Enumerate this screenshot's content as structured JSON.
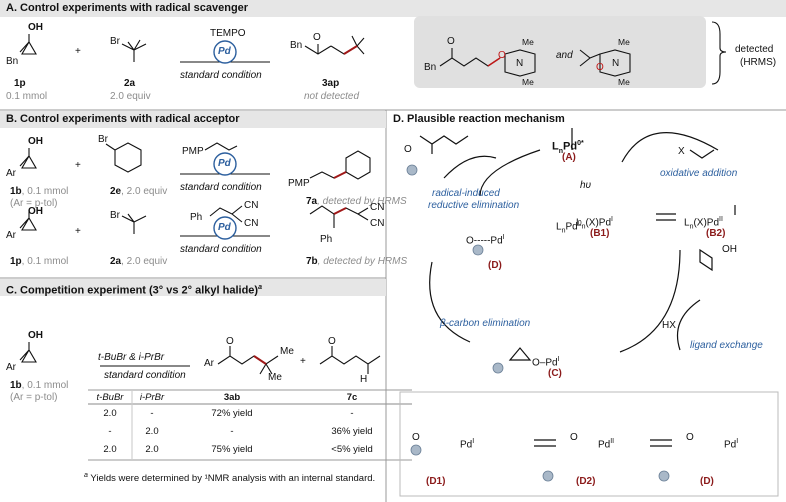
{
  "sectionA": {
    "title": "A. Control experiments with radical scavenger",
    "c1": "1p",
    "c1_amt": "0.1 mmol",
    "plus": "+",
    "c2": "2a",
    "c2_amt": "2.0 equiv",
    "reagent": "TEMPO",
    "catalyst": "Pd",
    "condition": "standard condition",
    "product": "3ap",
    "product_note": "not detected",
    "and": "and",
    "detected": "detected",
    "hrms": "(HRMS)",
    "bn": "Bn",
    "oh": "OH",
    "br": "Br",
    "o": "O",
    "n": "N",
    "me": "Me"
  },
  "sectionB": {
    "title": "B. Control experiments with radical acceptor",
    "r1_c1": "1b",
    "r1_c1_amt": ", 0.1 mmol",
    "r1_c1_note": "(Ar = p-tol)",
    "r1_c2": "2e",
    "r1_c2_amt": ", 2.0 equiv",
    "r1_reagent": "PMP",
    "r1_product": "7a",
    "r1_product_note": ", detected by HRMS",
    "r2_c1": "1p",
    "r2_c1_amt": ", 0.1 mmol",
    "r2_c2": "2a",
    "r2_c2_amt": ", 2.0 equiv",
    "r2_reagent_ph": "Ph",
    "r2_reagent_cn1": "CN",
    "r2_reagent_cn2": "CN",
    "r2_product": "7b",
    "r2_product_note": ", detected by HRMS",
    "ar": "Ar",
    "pmp": "PMP",
    "ph": "Ph",
    "cn": "CN"
  },
  "sectionC": {
    "title": "C. Competition experiment (3° vs 2° alkyl halide)",
    "title_sup": "a",
    "reagents": "t-BuBr  &  i-PrBr",
    "condition": "standard condition",
    "c1": "1b",
    "c1_amt": ", 0.1 mmol",
    "c1_note": "(Ar = p-tol)",
    "p1": "3ab",
    "p2": "7c",
    "h": "H",
    "table": {
      "headers": [
        "t-BuBr",
        "i-PrBr",
        "3ab",
        "7c"
      ],
      "rows": [
        [
          "2.0",
          "-",
          "72% yield",
          "-"
        ],
        [
          "-",
          "2.0",
          "-",
          "36% yield"
        ],
        [
          "2.0",
          "2.0",
          "75% yield",
          "<5% yield"
        ]
      ]
    },
    "footnote_sup": "a",
    "footnote": "Yields were determined by ¹NMR analysis with an internal standard."
  },
  "sectionD": {
    "title": "D. Plausible reaction mechanism",
    "catalyst": "LnPd0*",
    "cat_label": "(A)",
    "hv": "hυ",
    "pd0": "LnPd0",
    "ox_add": "oxidative addition",
    "x": "X",
    "b1": "Ln(X)PdI",
    "b1_label": "(B1)",
    "b2": "Ln(X)PdII",
    "b2_label": "(B2)",
    "oh": "OH",
    "hx": "HX",
    "lig_ex": "ligand exchange",
    "c_pd": "O–PdI",
    "c_label": "(C)",
    "beta": "β-carbon elimination",
    "d_pd": "O-----PdI",
    "d_label": "(D)",
    "red_elim1": "radical-induced",
    "red_elim2": "reductive elimination",
    "eq_d1": "(D1)",
    "eq_d2": "(D2)",
    "eq_d": "(D)",
    "eq_pd1": "PdI",
    "eq_pd2": "PdII",
    "eq_pd3": "PdI"
  },
  "colors": {
    "header_bg": "#e6e6e6",
    "blue": "#2c5f9e",
    "red_label": "#8b1a1a",
    "bond_red": "#a01818",
    "gray_box": "#e0e0e0"
  }
}
